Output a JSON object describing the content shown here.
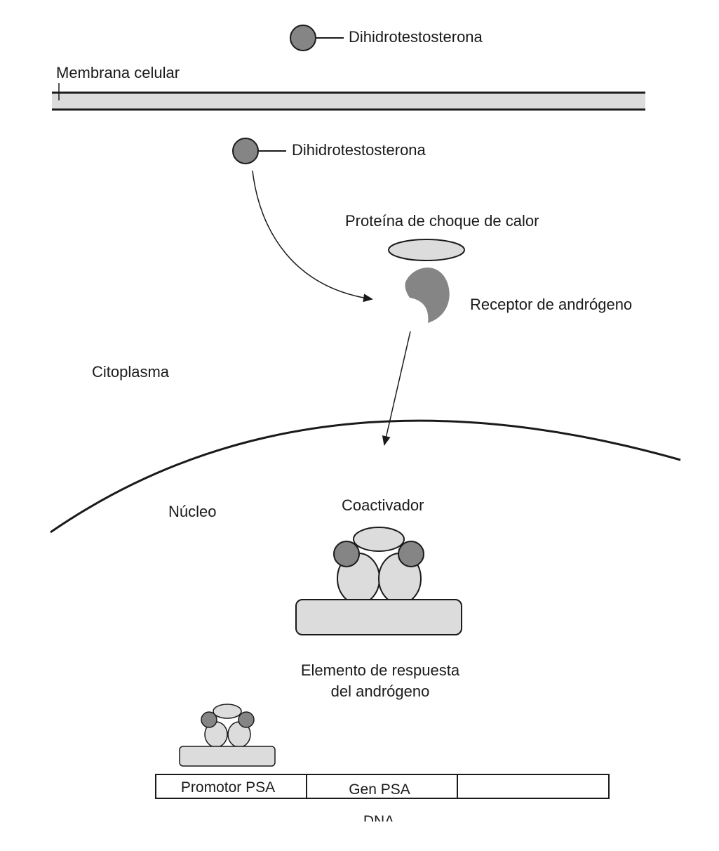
{
  "labels": {
    "dht_outside": "Dihidrotestosterona",
    "membrane": "Membrana celular",
    "dht_inside": "Dihidrotestosterona",
    "heat_shock_protein": "Proteína de choque de calor",
    "androgen_receptor": "Receptor de andrógeno",
    "cytoplasm": "Citoplasma",
    "nucleus": "Núcleo",
    "coactivator": "Coactivador",
    "response_element_line1": "Elemento de respuesta",
    "response_element_line2": "del andrógeno",
    "promoter": "Promotor PSA",
    "gene": "Gen PSA",
    "dna": "DNA"
  },
  "colors": {
    "dark_gray": "#858585",
    "light_gray": "#dcdcdc",
    "stroke": "#1a1a1a"
  }
}
